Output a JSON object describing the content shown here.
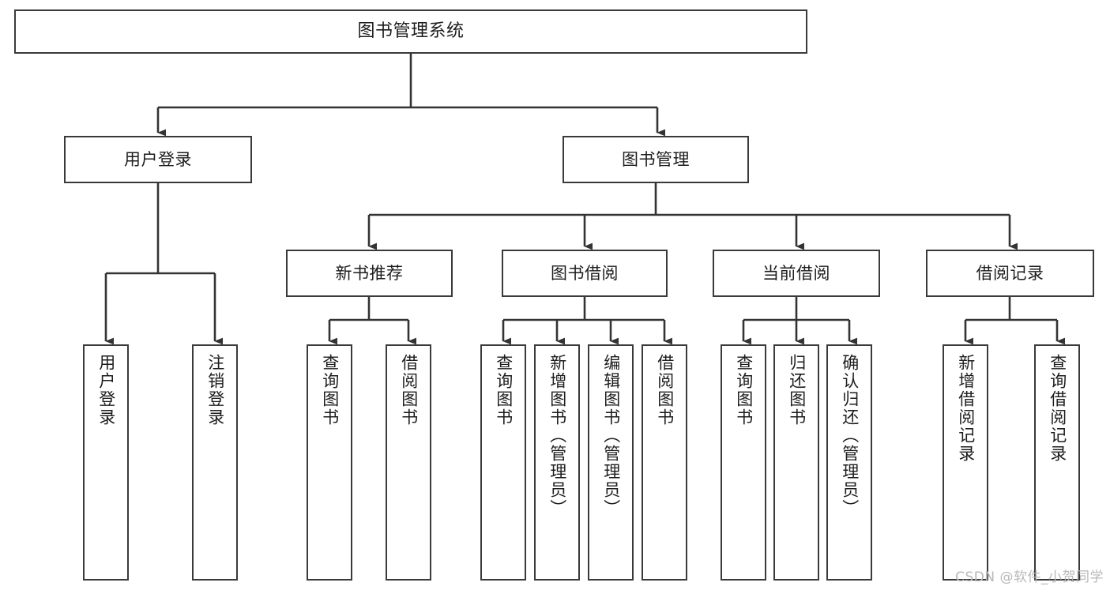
{
  "diagram": {
    "title": "图书管理系统",
    "type": "tree",
    "colors": {
      "stroke": "#3a3a3a",
      "fill": "#ffffff",
      "text": "#1d1d1d",
      "watermark": "#b8b8b8"
    },
    "root": {
      "label": "图书管理系统"
    },
    "level1": [
      {
        "label": "用户登录"
      },
      {
        "label": "图书管理"
      }
    ],
    "level2": [
      {
        "label": "新书推荐"
      },
      {
        "label": "图书借阅"
      },
      {
        "label": "当前借阅"
      },
      {
        "label": "借阅记录"
      }
    ],
    "leaves": {
      "user_login": [
        {
          "label": "用户登录"
        },
        {
          "label": "注销登录"
        }
      ],
      "new_book": [
        {
          "label": "查询图书"
        },
        {
          "label": "借阅图书"
        }
      ],
      "book_borrow": [
        {
          "label": "查询图书"
        },
        {
          "label": "新增图书（管理员）"
        },
        {
          "label": "编辑图书（管理员）"
        },
        {
          "label": "借阅图书"
        }
      ],
      "current_borrow": [
        {
          "label": "查询图书"
        },
        {
          "label": "归还图书"
        },
        {
          "label": "确认归还（管理员）"
        }
      ],
      "borrow_record": [
        {
          "label": "新增借阅记录"
        },
        {
          "label": "查询借阅记录"
        }
      ]
    }
  },
  "watermark": {
    "text": "CSDN @软件_小贺同学"
  }
}
